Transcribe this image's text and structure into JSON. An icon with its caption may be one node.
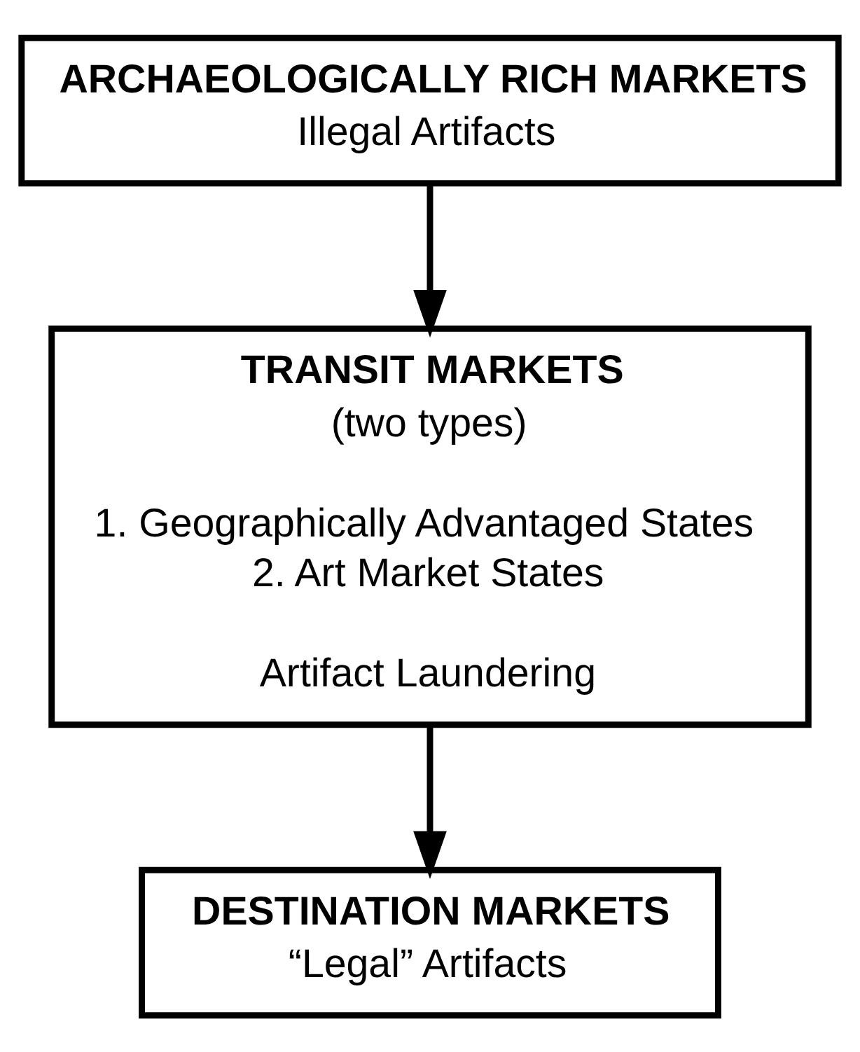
{
  "diagram": {
    "nodes": [
      {
        "text": [
          "ARCHAEOLOGICALLY RICH MARKETS",
          "Illegal Artifacts"
        ]
      },
      {
        "text": [
          "TRANSIT MARKETS",
          "(two types)",
          "1. Geographically Advantaged States",
          "2. Art Market States",
          "Artifact Laundering"
        ]
      },
      {
        "text": [
          "DESTINATION MARKETS",
          "“Legal” Artifacts"
        ]
      }
    ],
    "edges": [
      {
        "from": 0,
        "to": 1,
        "arrow": "to"
      },
      {
        "from": 1,
        "to": 2,
        "arrow": "to"
      }
    ]
  }
}
